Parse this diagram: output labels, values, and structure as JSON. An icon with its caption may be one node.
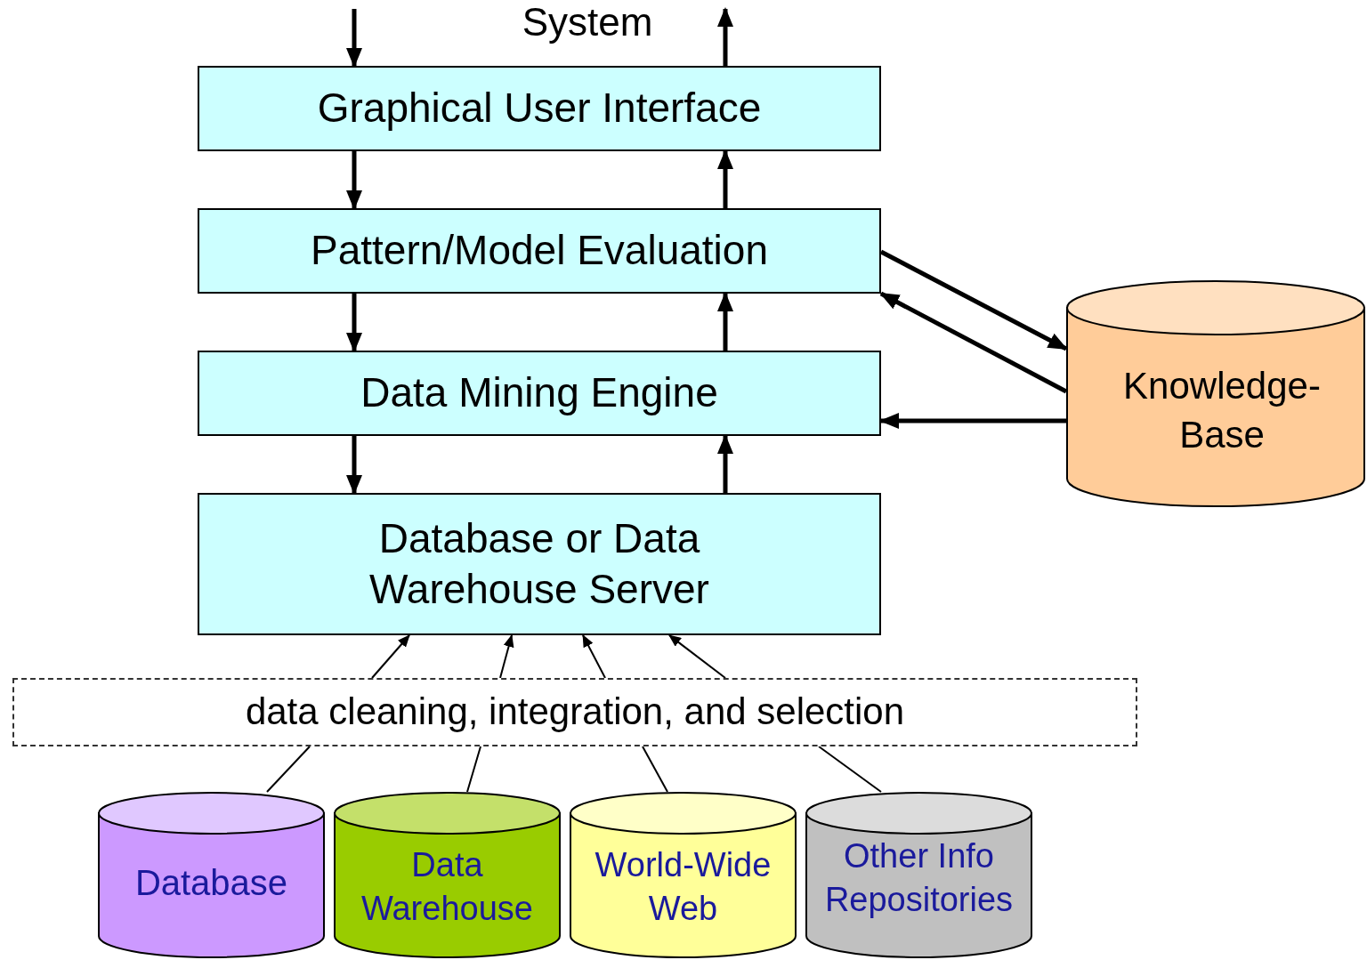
{
  "diagram": {
    "title": "System",
    "nodes": [
      {
        "text": [
          "Graphical User Interface"
        ]
      },
      {
        "text": [
          "Pattern/Model Evaluation"
        ]
      },
      {
        "text": [
          "Data Mining Engine"
        ]
      },
      {
        "text": [
          "Database or Data Warehouse Server"
        ]
      },
      {
        "text": [
          "Knowledge-Base"
        ]
      },
      {
        "text": [
          "data cleaning, integration, and selection"
        ]
      },
      {
        "text": [
          "Database"
        ]
      },
      {
        "text": [
          "Data Warehouse"
        ]
      },
      {
        "text": [
          "World-Wide Web"
        ]
      },
      {
        "text": [
          "Other Info Repositories"
        ]
      }
    ],
    "edges": [
      {
        "from": null,
        "to": 0,
        "arrow": "to"
      },
      {
        "from": 0,
        "to": null,
        "arrow": "to"
      },
      {
        "from": 0,
        "to": 1,
        "arrow": "to"
      },
      {
        "from": 1,
        "to": 0,
        "arrow": "to"
      },
      {
        "from": 1,
        "to": 2,
        "arrow": "to"
      },
      {
        "from": 2,
        "to": 1,
        "arrow": "to"
      },
      {
        "from": 2,
        "to": 3,
        "arrow": "to"
      },
      {
        "from": 3,
        "to": 2,
        "arrow": "to"
      },
      {
        "from": 1,
        "to": 4,
        "arrow": "to"
      },
      {
        "from": 4,
        "to": 1,
        "arrow": "to"
      },
      {
        "from": 4,
        "to": 2,
        "arrow": "to"
      },
      {
        "from": 5,
        "to": 3,
        "arrow": "to"
      },
      {
        "from": 5,
        "to": 3,
        "arrow": "to"
      },
      {
        "from": 5,
        "to": 3,
        "arrow": "to"
      },
      {
        "from": 5,
        "to": 3,
        "arrow": "to"
      },
      {
        "from": 6,
        "to": 5,
        "arrow": "none"
      },
      {
        "from": 7,
        "to": 5,
        "arrow": "none"
      },
      {
        "from": 8,
        "to": 5,
        "arrow": "none"
      },
      {
        "from": 9,
        "to": 5,
        "arrow": "none"
      }
    ]
  }
}
